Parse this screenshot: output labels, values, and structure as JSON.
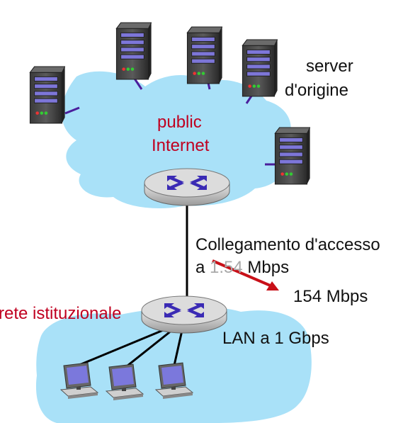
{
  "labels": {
    "origin_servers_line1": "server",
    "origin_servers_line2": "d'origine",
    "internet_line1": "public",
    "internet_line2": "Internet",
    "access_link_line1": "Collegamento d'accesso",
    "access_link_prefix": "a ",
    "access_link_old_speed": "1.54",
    "access_link_unit": " Mbps",
    "access_link_new_speed": "154 Mbps",
    "institutional_network": "rete istituzionale",
    "lan": "LAN a 1 Gbps"
  },
  "colors": {
    "cloud": "#a9e1f8",
    "label_red": "#c00020",
    "arrow_red": "#c81018",
    "server_link": "#4b1e9c",
    "router_top": "#dcdcdc",
    "router_arrows": "#3a2ab4"
  },
  "icons": [
    "server-icon",
    "router-icon",
    "workstation-icon",
    "cloud-icon"
  ]
}
